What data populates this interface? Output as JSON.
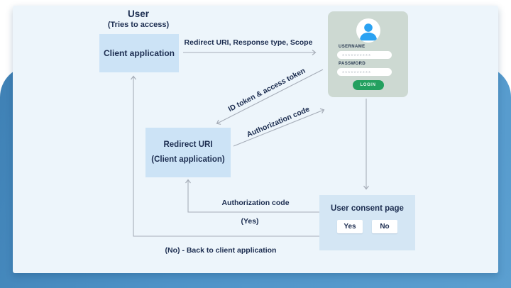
{
  "colors": {
    "accent_blue": "#4e93c8",
    "panel_bg": "#edf5fb",
    "node_fill": "#cce3f6",
    "consent_fill": "#d4e6f4",
    "card_fill": "#cdd9d2",
    "avatar_blue": "#2aa2f2",
    "login_green": "#23a05f",
    "text_navy": "#1c2d50",
    "line_gray": "#a6adb8"
  },
  "user": {
    "title": "User",
    "subtitle": "(Tries to access)"
  },
  "nodes": {
    "client_app": {
      "label": "Client application"
    },
    "redirect": {
      "line1": "Redirect URI",
      "line2": "(Client application)"
    },
    "consent": {
      "title": "User consent page",
      "yes_label": "Yes",
      "no_label": "No"
    }
  },
  "login_card": {
    "avatar_icon": "user-avatar-icon",
    "username_label": "USERNAME",
    "username_value": "**********",
    "password_label": "PASSWORD",
    "password_value": "**********",
    "login_label": "LOGIN"
  },
  "arrows": {
    "request_label": "Redirect URI, Response type, Scope",
    "id_token_label": "ID token & access token",
    "auth_code_upper_label": "Authorization code",
    "auth_code_lower_label": "Authorization code",
    "yes_note": "(Yes)",
    "no_note": "(No) - Back to client application"
  }
}
